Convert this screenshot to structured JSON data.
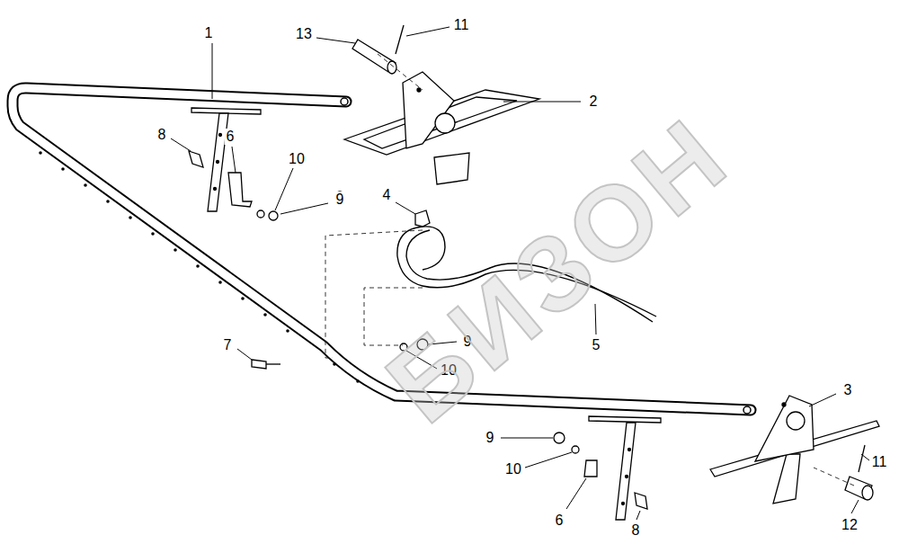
{
  "diagram": {
    "labels": [
      "1",
      "13",
      "11",
      "2",
      "8",
      "6",
      "10",
      "9",
      "4",
      "5",
      "7",
      "9",
      "10",
      "3",
      "9",
      "10",
      "11",
      "6",
      "8",
      "12",
      "БИЗОН"
    ]
  }
}
